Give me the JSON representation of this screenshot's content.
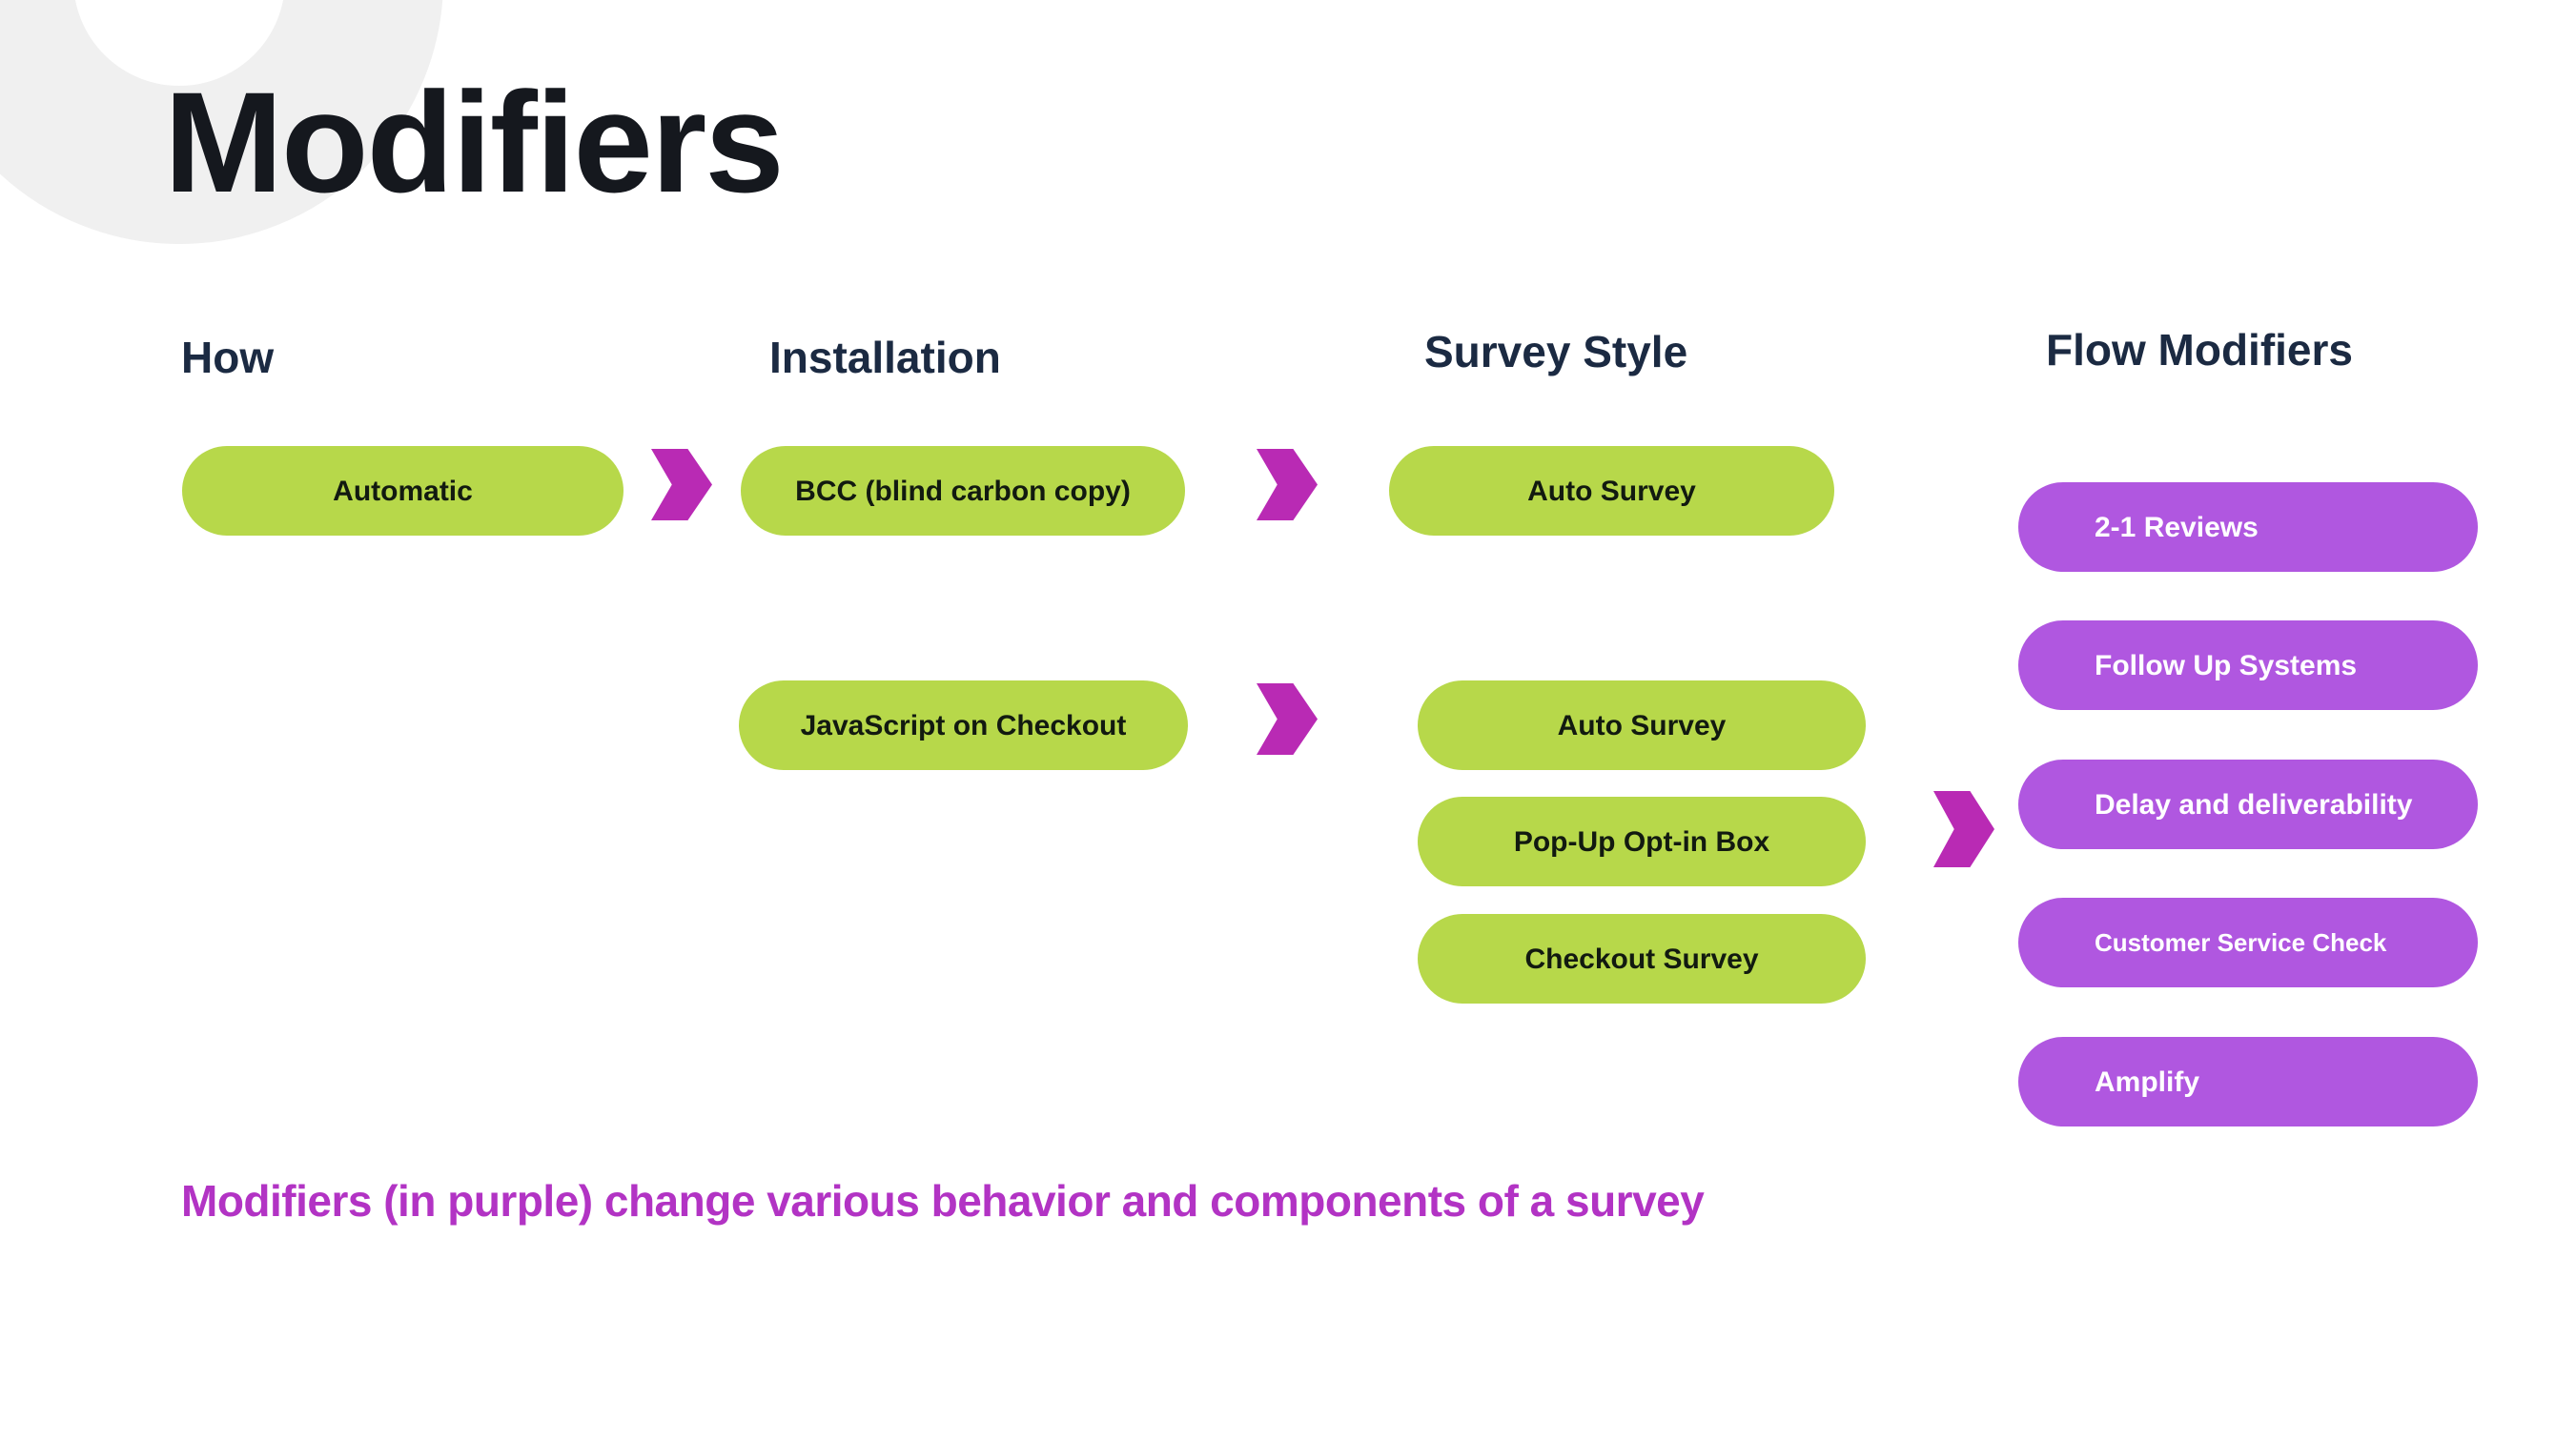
{
  "slide": {
    "title": "Modifiers",
    "caption": "Modifiers (in purple) change various behavior and components of a survey"
  },
  "columns": {
    "how": "How",
    "installation": "Installation",
    "survey_style": "Survey Style",
    "flow_modifiers": "Flow Modifiers"
  },
  "pills": {
    "automatic": "Automatic",
    "bcc": "BCC (blind carbon copy)",
    "auto_survey_row1": "Auto Survey",
    "javascript_on_checkout": "JavaScript on Checkout",
    "auto_survey_row2": "Auto Survey",
    "pop_up_opt_in_box": "Pop-Up Opt-in Box",
    "checkout_survey": "Checkout Survey",
    "two_one_reviews": "2-1 Reviews",
    "follow_up_systems": "Follow Up Systems",
    "delay_and_deliverability": "Delay and deliverability",
    "customer_service_check": "Customer Service Check",
    "amplify": "Amplify"
  },
  "colors": {
    "background": "#ffffff",
    "ring": "#f0f0f0",
    "title_text": "#15181e",
    "heading_text": "#1b2a42",
    "green_pill": "#b7d84a",
    "green_pill_text": "#121a10",
    "purple_pill": "#b057e0",
    "purple_pill_text": "#ffffff",
    "arrow": "#b92ab4",
    "caption_text": "#b233c4"
  }
}
